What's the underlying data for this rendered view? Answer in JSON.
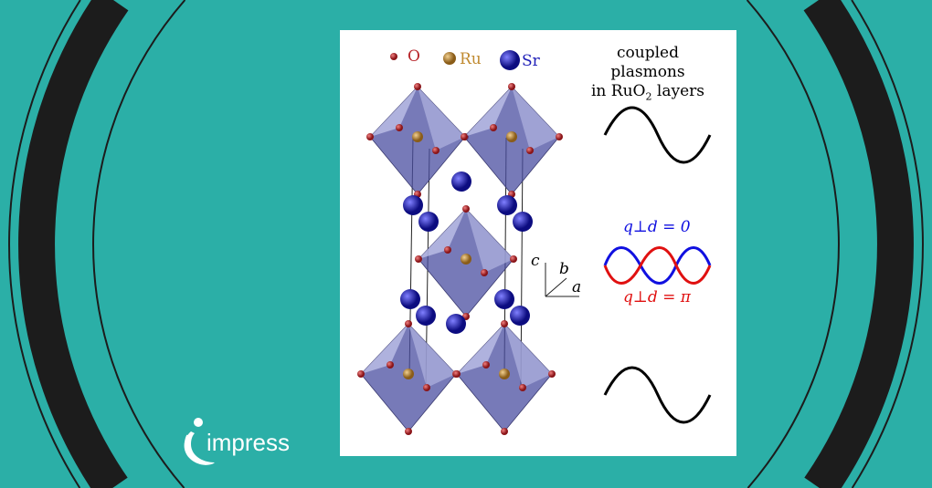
{
  "legend": {
    "o": "O",
    "ru": "Ru",
    "sr": "Sr"
  },
  "title_line1": "coupled plasmons",
  "title_line2": "in RuO",
  "title_sub": "2",
  "title_line2_end": " layers",
  "axes": {
    "c": "c",
    "b": "b",
    "a": "a"
  },
  "mode_top": "q⊥d = 0",
  "mode_bottom": "q⊥d = π",
  "logo_text": "impress",
  "colors": {
    "background": "#2bafa7",
    "o": "#b8262b",
    "ru": "#c08a30",
    "sr": "#1f1fb8",
    "blue": "#1010e0",
    "red": "#e01010"
  }
}
